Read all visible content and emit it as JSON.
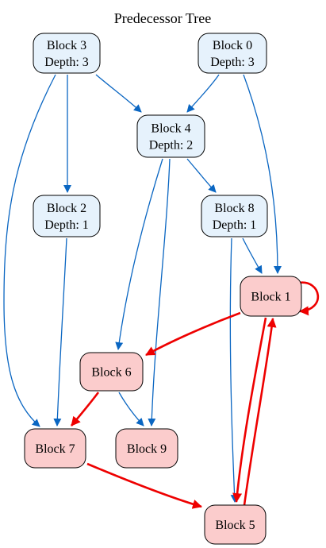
{
  "title": "Predecessor Tree",
  "colors": {
    "normal_fill": "#e6f2fc",
    "highlight_fill": "#fbcccc",
    "normal_edge": "#0a66c2",
    "highlight_edge": "#ee0000"
  },
  "nodes": [
    {
      "id": "b3",
      "lines": [
        "Block 3",
        "Depth: 3"
      ],
      "highlight": false
    },
    {
      "id": "b0",
      "lines": [
        "Block 0",
        "Depth: 3"
      ],
      "highlight": false
    },
    {
      "id": "b4",
      "lines": [
        "Block 4",
        "Depth: 2"
      ],
      "highlight": false
    },
    {
      "id": "b2",
      "lines": [
        "Block 2",
        "Depth: 1"
      ],
      "highlight": false
    },
    {
      "id": "b8",
      "lines": [
        "Block 8",
        "Depth: 1"
      ],
      "highlight": false
    },
    {
      "id": "b1",
      "lines": [
        "Block 1"
      ],
      "highlight": true
    },
    {
      "id": "b6",
      "lines": [
        "Block 6"
      ],
      "highlight": true
    },
    {
      "id": "b7",
      "lines": [
        "Block 7"
      ],
      "highlight": true
    },
    {
      "id": "b9",
      "lines": [
        "Block 9"
      ],
      "highlight": true
    },
    {
      "id": "b5",
      "lines": [
        "Block 5"
      ],
      "highlight": true
    }
  ],
  "edges": [
    {
      "from": "b3",
      "to": "b4",
      "highlight": false
    },
    {
      "from": "b3",
      "to": "b2",
      "highlight": false
    },
    {
      "from": "b3",
      "to": "b7",
      "highlight": false
    },
    {
      "from": "b0",
      "to": "b4",
      "highlight": false
    },
    {
      "from": "b0",
      "to": "b1",
      "highlight": false
    },
    {
      "from": "b4",
      "to": "b8",
      "highlight": false
    },
    {
      "from": "b4",
      "to": "b6",
      "highlight": false
    },
    {
      "from": "b4",
      "to": "b9",
      "highlight": false
    },
    {
      "from": "b2",
      "to": "b7",
      "highlight": false
    },
    {
      "from": "b8",
      "to": "b1",
      "highlight": false
    },
    {
      "from": "b8",
      "to": "b5",
      "highlight": false
    },
    {
      "from": "b6",
      "to": "b9",
      "highlight": false
    },
    {
      "from": "b1",
      "to": "b1",
      "highlight": true
    },
    {
      "from": "b1",
      "to": "b6",
      "highlight": true
    },
    {
      "from": "b1",
      "to": "b5",
      "highlight": true
    },
    {
      "from": "b5",
      "to": "b1",
      "highlight": true
    },
    {
      "from": "b6",
      "to": "b7",
      "highlight": true
    },
    {
      "from": "b7",
      "to": "b5",
      "highlight": true
    }
  ]
}
